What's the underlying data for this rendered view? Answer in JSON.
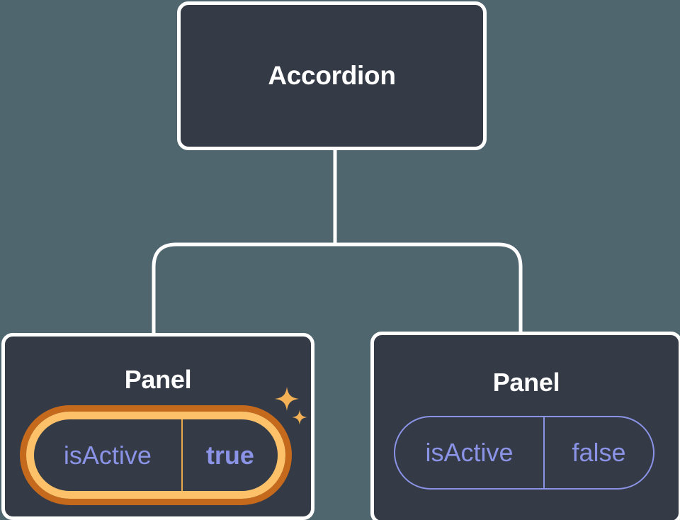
{
  "diagram": {
    "description": "Component tree: an Accordion parent with two Panel children, each holding an isActive state pill; the active one is highlighted",
    "root": {
      "label": "Accordion"
    },
    "children": [
      {
        "label": "Panel",
        "prop": {
          "name": "isActive",
          "value": "true"
        },
        "highlighted": true
      },
      {
        "label": "Panel",
        "prop": {
          "name": "isActive",
          "value": "false"
        },
        "highlighted": false
      }
    ]
  },
  "colors": {
    "background": "#50666F",
    "node_fill": "#343A46",
    "node_border": "#FFFFFF",
    "connector": "#FFFFFF",
    "label_text": "#FFFFFF",
    "state_text": "#8A93E6",
    "state_outline": "#8A93E6",
    "highlight_ring_outer": "#C5691C",
    "highlight_ring_inner": "#FCC169",
    "highlight_divider": "#E9A84E",
    "sparkle": "#F4B156"
  },
  "icons": {
    "sparkle": "sparkle-icon"
  }
}
